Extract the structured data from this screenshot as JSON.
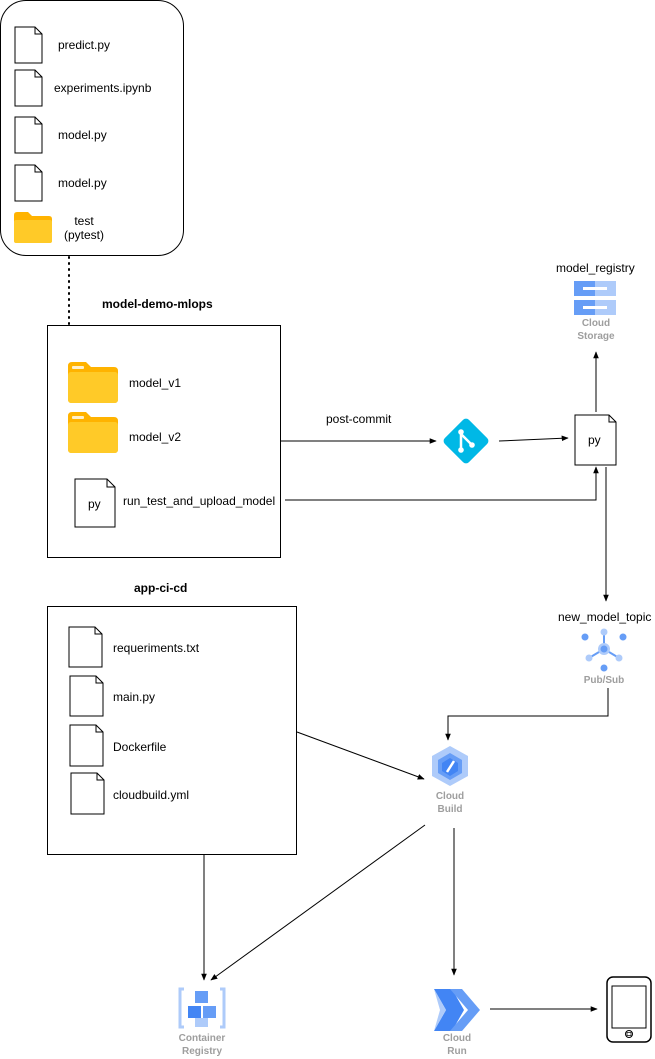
{
  "repo_files": {
    "items": [
      {
        "label": "predict.py",
        "kind": "file"
      },
      {
        "label": "experiments.ipynb",
        "kind": "file"
      },
      {
        "label": "model.py",
        "kind": "file"
      },
      {
        "label": "model.py",
        "kind": "file"
      },
      {
        "label": "test\n(pytest)",
        "kind": "folder"
      }
    ]
  },
  "model_repo": {
    "title": "model-demo-mlops",
    "items": [
      {
        "label": "model_v1",
        "kind": "folder"
      },
      {
        "label": "model_v2",
        "kind": "folder"
      },
      {
        "label": "run_test_and_upload_model",
        "kind": "file",
        "badge": "py"
      }
    ]
  },
  "app_repo": {
    "title": "app-ci-cd",
    "items": [
      {
        "label": "requeriments.txt"
      },
      {
        "label": "main.py"
      },
      {
        "label": "Dockerfile"
      },
      {
        "label": "cloudbuild.yml"
      }
    ]
  },
  "edges": {
    "post_commit": "post-commit"
  },
  "script_node": {
    "badge": "py"
  },
  "services": {
    "storage": {
      "title": "model_registry",
      "name": "Cloud\nStorage",
      "icon": "cloud-storage-icon"
    },
    "pubsub": {
      "title": "new_model_topic",
      "name": "Pub/Sub",
      "icon": "pubsub-icon"
    },
    "build": {
      "name": "Cloud\nBuild",
      "icon": "cloud-build-icon"
    },
    "registry": {
      "name": "Container\nRegistry",
      "icon": "container-registry-icon"
    },
    "run": {
      "name": "Cloud\nRun",
      "icon": "cloud-run-icon"
    }
  },
  "colors": {
    "gcp_blue": "#4285f4",
    "gcp_light_blue": "#aecbfa",
    "git_teal": "#00b8e6",
    "folder_yellow": "#ffc107",
    "service_label_gray": "#9e9e9e"
  }
}
